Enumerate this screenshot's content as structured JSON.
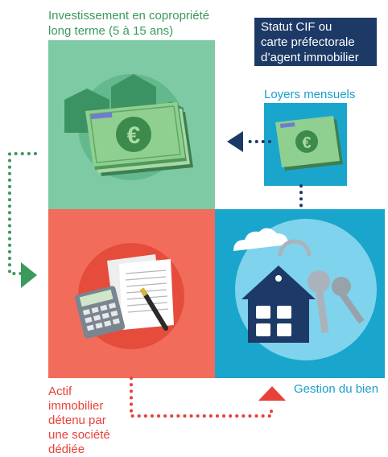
{
  "investment_label": {
    "line1": "Investissement en copropriété",
    "line2": "long terme (5 à 15 ans)"
  },
  "status_box": {
    "line1": "Statut CIF ou",
    "line2": "carte préfectorale",
    "line3": "d’agent immobilier"
  },
  "rent_label": "Loyers mensuels",
  "management_label": "Gestion du bien",
  "asset_label": {
    "line1": "Actif",
    "line2": "immobilier",
    "line3": "détenu par",
    "line4": "une société",
    "line5": "dédiée"
  },
  "colors": {
    "green_panel": "#7ecaa4",
    "red_panel": "#f26c5c",
    "blue_panel": "#1aa6cc",
    "navy": "#1d3a66",
    "dot_green": "#3a9a5c",
    "dot_red": "#e8413a"
  },
  "icons": [
    "buildings-icon",
    "banknotes-euro-icon",
    "calculator-icon",
    "documents-icon",
    "pen-icon",
    "house-keychain-icon",
    "keys-icon",
    "cloud-icon"
  ]
}
